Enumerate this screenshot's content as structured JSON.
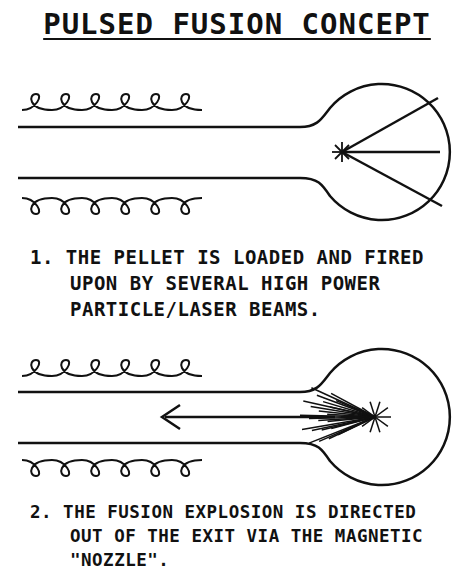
{
  "diagram": {
    "title": "PULSED FUSION CONCEPT",
    "labels": [
      "1. THE PELLET IS LOADED AND FIRED UPON BY SEVERAL HIGH POWER PARTICLE/LASER BEAMS.",
      "2. THE FUSION EXPLOSION IS DIRECTED OUT OF THE EXIT VIA THE MAGNETIC \"NOZZLE\"."
    ]
  }
}
